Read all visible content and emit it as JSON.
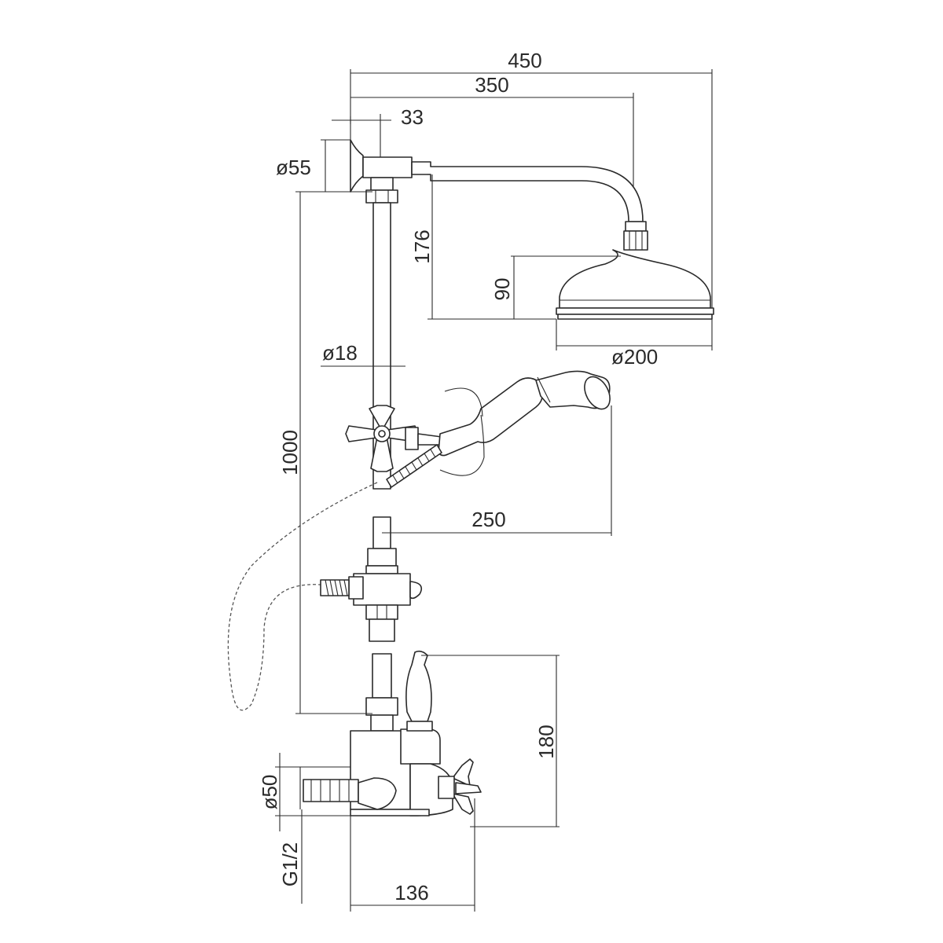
{
  "dimensions": {
    "overall_reach": "450",
    "arm_reach": "350",
    "wall_offset": "33",
    "flange_diameter": "ø55",
    "head_drop": "176",
    "head_height": "90",
    "head_diameter": "ø200",
    "riser_diameter": "ø18",
    "riser_length": "1000",
    "handshower_reach": "250",
    "valve_height": "180",
    "inlet_diameter": "ø50",
    "inlet_thread": "G1/2",
    "valve_projection": "136"
  }
}
